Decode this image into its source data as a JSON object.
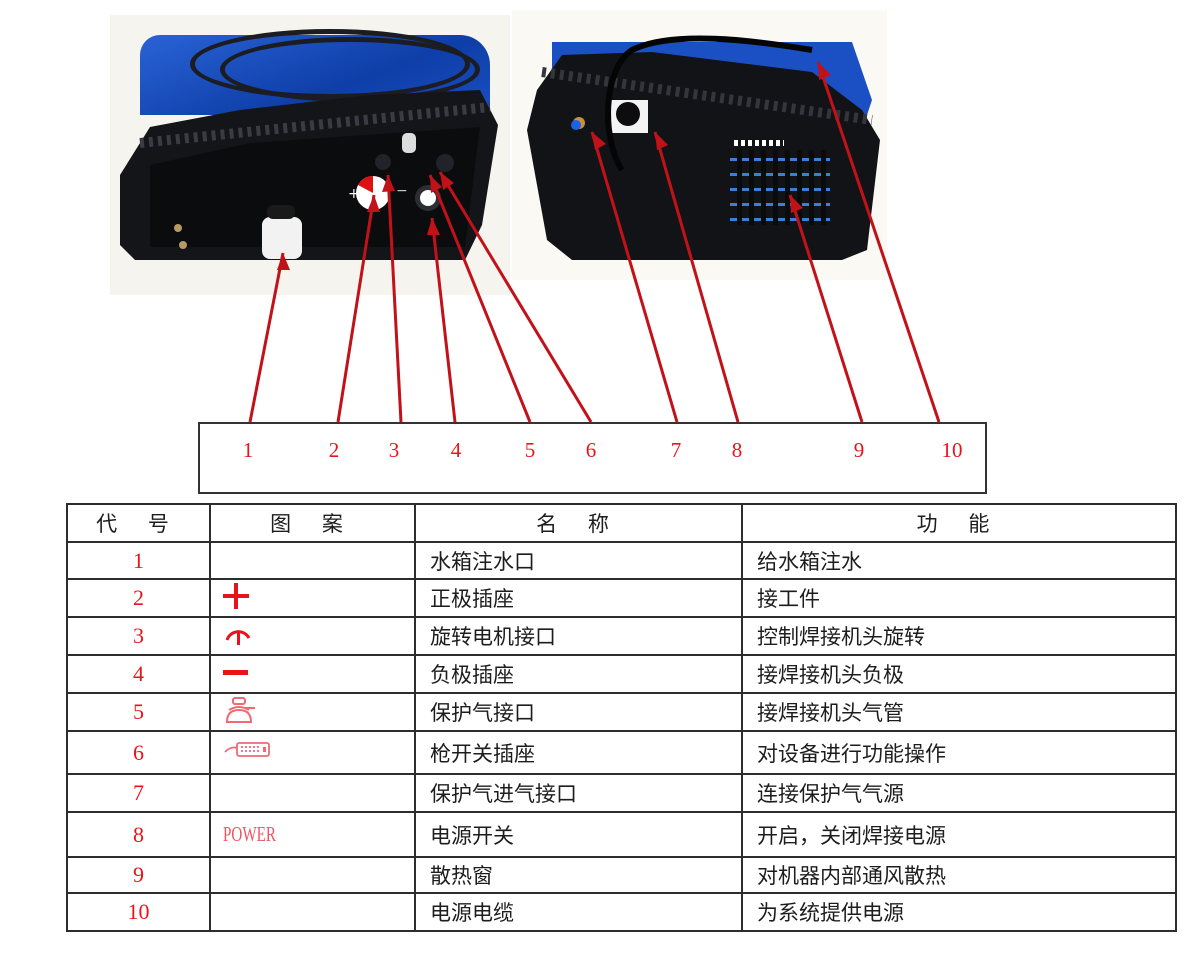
{
  "photos": {
    "left": {
      "caption": "front-panel-photo"
    },
    "right": {
      "caption": "rear-panel-photo"
    }
  },
  "callouts": {
    "numbers": [
      "1",
      "2",
      "3",
      "4",
      "5",
      "6",
      "7",
      "8",
      "9",
      "10"
    ],
    "color": "#e8141c"
  },
  "table": {
    "headers": {
      "code": "代 号",
      "icon": "图 案",
      "name": "名 称",
      "function": "功 能"
    },
    "rows": [
      {
        "code": "1",
        "icon": "",
        "name": "水箱注水口",
        "function": "给水箱注水"
      },
      {
        "code": "2",
        "icon": "plus-icon",
        "name": "正极插座",
        "function": "接工件"
      },
      {
        "code": "3",
        "icon": "rotation-motor-icon",
        "name": "旋转电机接口",
        "function": "控制焊接机头旋转"
      },
      {
        "code": "4",
        "icon": "minus-icon",
        "name": "负极插座",
        "function": "接焊接机头负极"
      },
      {
        "code": "5",
        "icon": "gas-cylinder-icon",
        "name": "保护气接口",
        "function": "接焊接机头气管"
      },
      {
        "code": "6",
        "icon": "gun-switch-icon",
        "name": "枪开关插座",
        "function": "对设备进行功能操作"
      },
      {
        "code": "7",
        "icon": "",
        "name": "保护气进气接口",
        "function": "连接保护气气源"
      },
      {
        "code": "8",
        "icon": "POWER",
        "name": "电源开关",
        "function": "开启，关闭焊接电源"
      },
      {
        "code": "9",
        "icon": "",
        "name": "散热窗",
        "function": "对机器内部通风散热"
      },
      {
        "code": "10",
        "icon": "",
        "name": "电源电缆",
        "function": "为系统提供电源"
      }
    ]
  },
  "colors": {
    "accent": "#e8141c",
    "border": "#2d2d2d",
    "text": "#1d1d1d"
  }
}
